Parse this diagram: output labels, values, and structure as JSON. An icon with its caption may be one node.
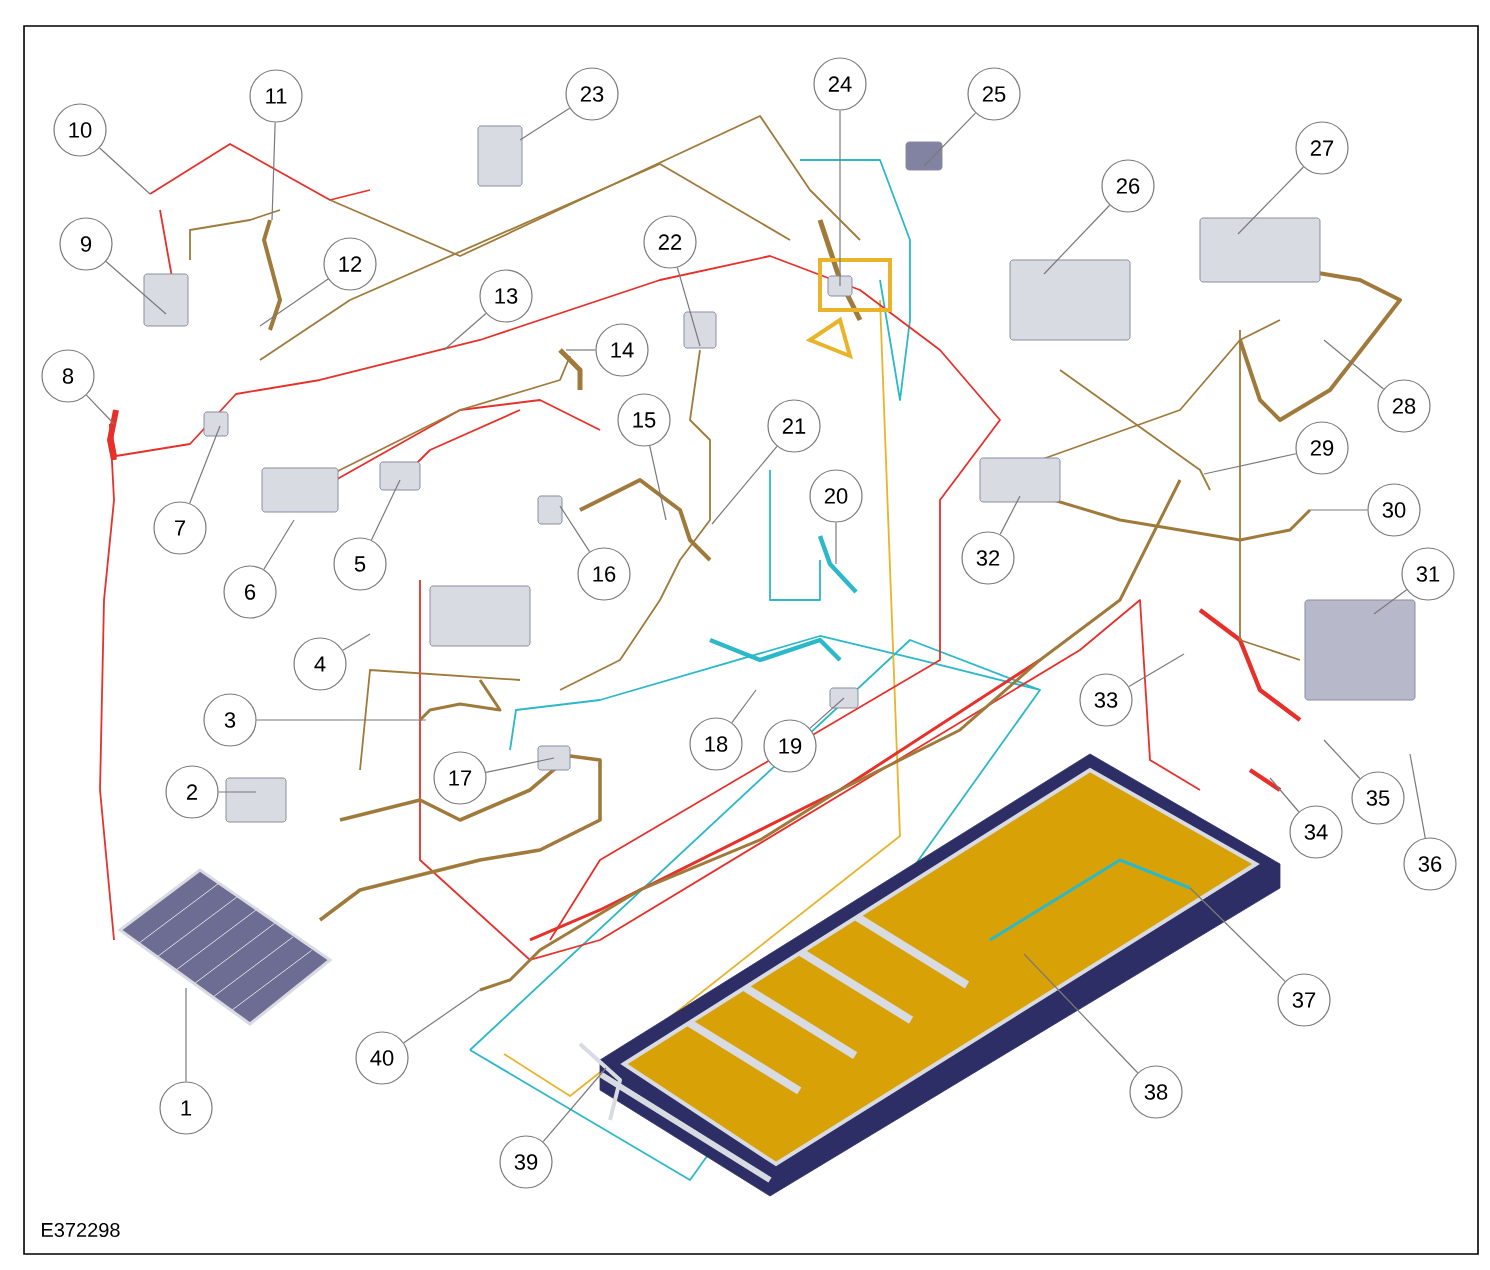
{
  "diagram": {
    "nodes": [
      {
        "text": [
          "1"
        ]
      },
      {
        "text": [
          "2"
        ]
      },
      {
        "text": [
          "3"
        ]
      },
      {
        "text": [
          "4"
        ]
      },
      {
        "text": [
          "5"
        ]
      },
      {
        "text": [
          "6"
        ]
      },
      {
        "text": [
          "7"
        ]
      },
      {
        "text": [
          "8"
        ]
      },
      {
        "text": [
          "9"
        ]
      },
      {
        "text": [
          "10"
        ]
      },
      {
        "text": [
          "11"
        ]
      },
      {
        "text": [
          "12"
        ]
      },
      {
        "text": [
          "13"
        ]
      },
      {
        "text": [
          "14"
        ]
      },
      {
        "text": [
          "15"
        ]
      },
      {
        "text": [
          "16"
        ]
      },
      {
        "text": [
          "17"
        ]
      },
      {
        "text": [
          "18"
        ]
      },
      {
        "text": [
          "19"
        ]
      },
      {
        "text": [
          "20"
        ]
      },
      {
        "text": [
          "21"
        ]
      },
      {
        "text": [
          "22"
        ]
      },
      {
        "text": [
          "23"
        ]
      },
      {
        "text": [
          "24"
        ]
      },
      {
        "text": [
          "25"
        ]
      },
      {
        "text": [
          "26"
        ]
      },
      {
        "text": [
          "27"
        ]
      },
      {
        "text": [
          "28"
        ]
      },
      {
        "text": [
          "29"
        ]
      },
      {
        "text": [
          "30"
        ]
      },
      {
        "text": [
          "31"
        ]
      },
      {
        "text": [
          "32"
        ]
      },
      {
        "text": [
          "33"
        ]
      },
      {
        "text": [
          "34"
        ]
      },
      {
        "text": [
          "35"
        ]
      },
      {
        "text": [
          "36"
        ]
      },
      {
        "text": [
          "37"
        ]
      },
      {
        "text": [
          "38"
        ]
      },
      {
        "text": [
          "39"
        ]
      },
      {
        "text": [
          "40"
        ]
      }
    ],
    "edges": [
      {
        "from": 0,
        "to": null,
        "arrow": "none"
      },
      {
        "from": 1,
        "to": null,
        "arrow": "none"
      },
      {
        "from": 2,
        "to": null,
        "arrow": "none"
      },
      {
        "from": 3,
        "to": null,
        "arrow": "none"
      },
      {
        "from": 4,
        "to": null,
        "arrow": "none"
      },
      {
        "from": 5,
        "to": null,
        "arrow": "none"
      },
      {
        "from": 6,
        "to": null,
        "arrow": "none"
      },
      {
        "from": 7,
        "to": null,
        "arrow": "none"
      },
      {
        "from": 8,
        "to": null,
        "arrow": "none"
      },
      {
        "from": 9,
        "to": null,
        "arrow": "none"
      },
      {
        "from": 10,
        "to": null,
        "arrow": "none"
      },
      {
        "from": 11,
        "to": null,
        "arrow": "none"
      },
      {
        "from": 12,
        "to": null,
        "arrow": "none"
      },
      {
        "from": 13,
        "to": null,
        "arrow": "none"
      },
      {
        "from": 14,
        "to": null,
        "arrow": "none"
      },
      {
        "from": 15,
        "to": null,
        "arrow": "none"
      },
      {
        "from": 16,
        "to": null,
        "arrow": "none"
      },
      {
        "from": 17,
        "to": null,
        "arrow": "none"
      },
      {
        "from": 18,
        "to": null,
        "arrow": "none"
      },
      {
        "from": 19,
        "to": null,
        "arrow": "none"
      },
      {
        "from": 20,
        "to": null,
        "arrow": "none"
      },
      {
        "from": 21,
        "to": null,
        "arrow": "none"
      },
      {
        "from": 22,
        "to": null,
        "arrow": "none"
      },
      {
        "from": 23,
        "to": null,
        "arrow": "none"
      },
      {
        "from": 24,
        "to": null,
        "arrow": "none"
      },
      {
        "from": 25,
        "to": null,
        "arrow": "none"
      },
      {
        "from": 26,
        "to": null,
        "arrow": "none"
      },
      {
        "from": 27,
        "to": null,
        "arrow": "none"
      },
      {
        "from": 28,
        "to": null,
        "arrow": "none"
      },
      {
        "from": 29,
        "to": null,
        "arrow": "none"
      },
      {
        "from": 30,
        "to": null,
        "arrow": "none"
      },
      {
        "from": 31,
        "to": null,
        "arrow": "none"
      },
      {
        "from": 32,
        "to": null,
        "arrow": "none"
      },
      {
        "from": 33,
        "to": null,
        "arrow": "none"
      },
      {
        "from": 34,
        "to": null,
        "arrow": "none"
      },
      {
        "from": 35,
        "to": null,
        "arrow": "none"
      },
      {
        "from": 36,
        "to": null,
        "arrow": "none"
      },
      {
        "from": 37,
        "to": null,
        "arrow": "none"
      },
      {
        "from": 38,
        "to": null,
        "arrow": "none"
      },
      {
        "from": 39,
        "to": null,
        "arrow": "none"
      }
    ],
    "labels": [
      "E372298"
    ]
  }
}
